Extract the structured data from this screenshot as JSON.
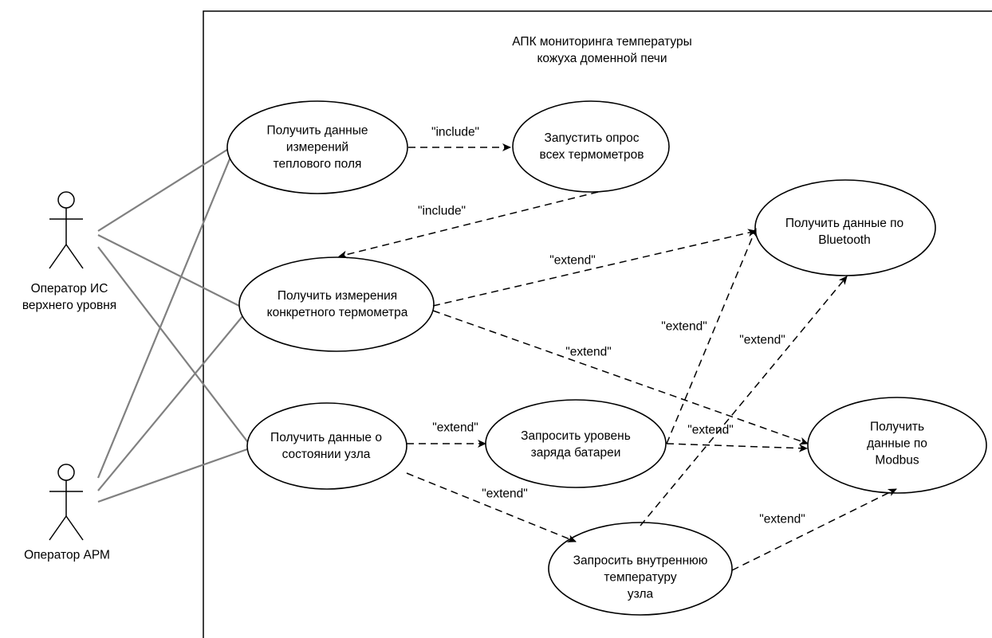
{
  "system": {
    "title": "АПК мониторинга температуры\nкожуха доменной печи"
  },
  "actors": [
    {
      "id": "is",
      "label": "Оператор ИС\nверхнего уровня"
    },
    {
      "id": "arm",
      "label": "Оператор АРМ"
    }
  ],
  "use_cases": {
    "heat_field": "Получить данные\nизмерений\nтеплового поля",
    "poll_all": "Запустить опрос\nвсех термометров",
    "single_thermo": "Получить измерения\nконкретного термометра",
    "node_state": "Получить данные о\nсостоянии узла",
    "battery": "Запросить уровень\nзаряда батареи",
    "inner_temp": "Запросить внутреннюю\nтемпературу\nузла",
    "bluetooth": "Получить данные по\nBluetooth",
    "modbus": "Получить данные по\nModbus"
  },
  "relations": {
    "include_1": "\"include\"",
    "include_2": "\"include\"",
    "extend_1": "\"extend\"",
    "extend_2": "\"extend\"",
    "extend_3": "\"extend\"",
    "extend_4": "\"extend\"",
    "extend_5": "\"extend\"",
    "extend_6": "\"extend\"",
    "extend_7": "\"extend\"",
    "extend_8": "\"extend\""
  },
  "colors": {
    "association": "#808080",
    "stroke": "#000000"
  }
}
